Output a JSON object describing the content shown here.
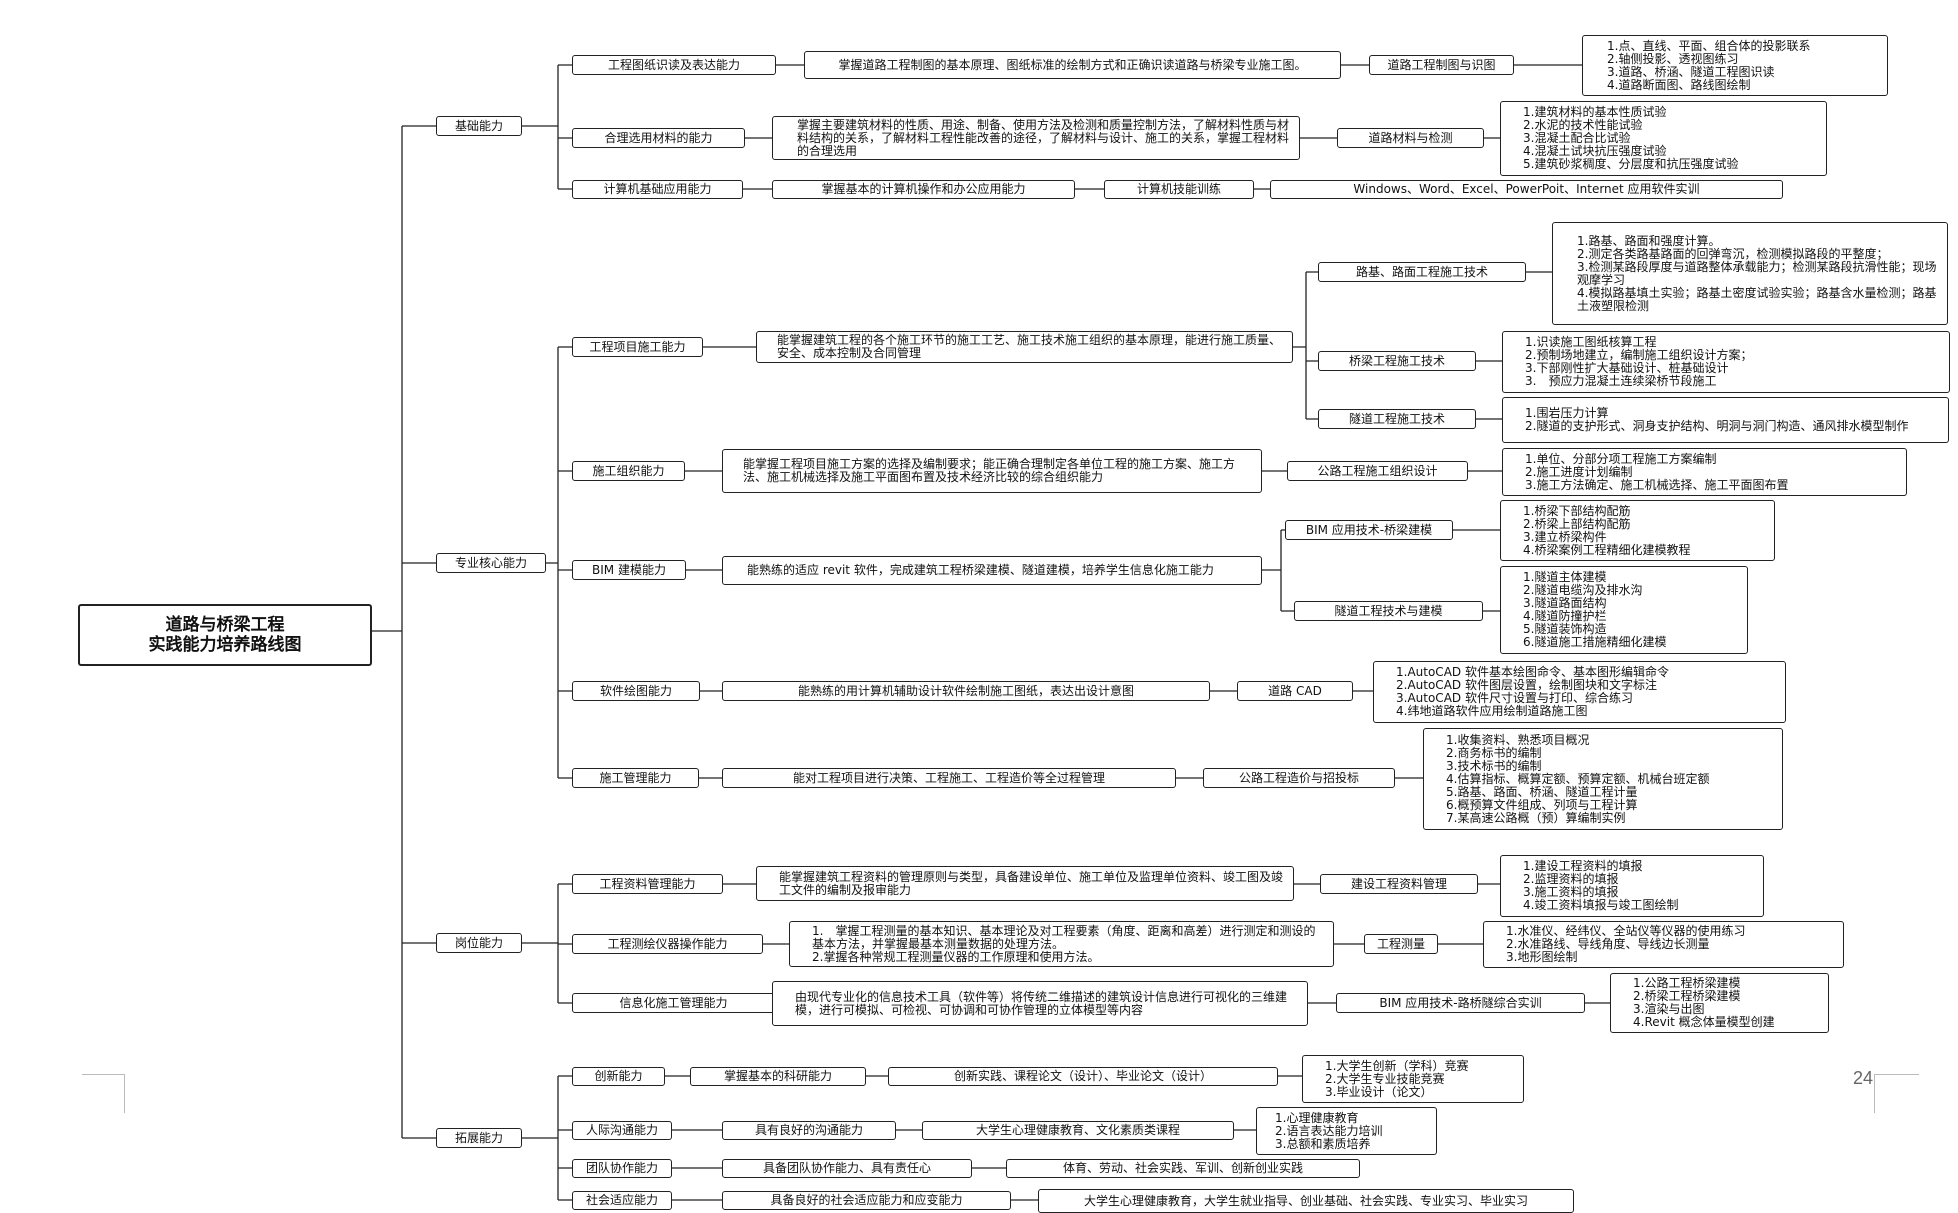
{
  "root": {
    "line1": "道路与桥梁工程",
    "line2": "实践能力培养路线图"
  },
  "categories": [
    {
      "id": "c1",
      "label": "基础能力"
    },
    {
      "id": "c2",
      "label": "专业核心能力"
    },
    {
      "id": "c3",
      "label": "岗位能力"
    },
    {
      "id": "c4",
      "label": "拓展能力"
    }
  ],
  "abilities": [
    {
      "label": "工程图纸识读及表达能力"
    },
    {
      "label": "合理选用材料的能力"
    },
    {
      "label": "计算机基础应用能力"
    },
    {
      "label": "工程项目施工能力"
    },
    {
      "label": "施工组织能力"
    },
    {
      "label": "BIM 建模能力"
    },
    {
      "label": "软件绘图能力"
    },
    {
      "label": "施工管理能力"
    },
    {
      "label": "工程资料管理能力"
    },
    {
      "label": "工程测绘仪器操作能力"
    },
    {
      "label": "信息化施工管理能力"
    },
    {
      "label": "创新能力"
    },
    {
      "label": "人际沟通能力"
    },
    {
      "label": "团队协作能力"
    },
    {
      "label": "社会适应能力"
    }
  ],
  "descriptions": [
    "掌握道路工程制图的基本原理、图纸标准的绘制方式和正确识读道路与桥梁专业施工图。",
    "掌握主要建筑材料的性质、用途、制备、使用方法及检测和质量控制方法，了解材料性质与材料结构的关系，了解材料工程性能改善的途径，了解材料与设计、施工的关系，掌握工程材料的合理选用",
    "掌握基本的计算机操作和办公应用能力",
    "能掌握建筑工程的各个施工环节的施工工艺、施工技术施工组织的基本原理，能进行施工质量、安全、成本控制及合同管理",
    "能掌握工程项目施工方案的选择及编制要求；能正确合理制定各单位工程的施工方案、施工方法、施工机械选择及施工平面图布置及技术经济比较的综合组织能力",
    "能熟练的适应 revit 软件，完成建筑工程桥梁建模、隧道建模，培养学生信息化施工能力",
    "能熟练的用计算机辅助设计软件绘制施工图纸，表达出设计意图",
    "能对工程项目进行决策、工程施工、工程造价等全过程管理",
    "能掌握建筑工程资料的管理原则与类型，具备建设单位、施工单位及监理单位资料、竣工图及竣工文件的编制及报审能力",
    "1.　掌握工程测量的基本知识、基本理论及对工程要素（角度、距离和高差）进行测定和测设的基本方法，并掌握最基本测量数据的处理方法。\n2.掌握各种常规工程测量仪器的工作原理和使用方法。",
    "由现代专业化的信息技术工具（软件等）将传统二维描述的建筑设计信息进行可视化的三维建模，进行可模拟、可检视、可协调和可协作管理的立体模型等内容",
    "掌握基本的科研能力",
    "具有良好的沟通能力",
    "具备团队协作能力、具有责任心",
    "具备良好的社会适应能力和应变能力"
  ],
  "courses": [
    "道路工程制图与识图",
    "道路材料与检测",
    "计算机技能训练",
    "Windows、Word、Excel、PowerPoit、Internet 应用软件实训",
    "路基、路面工程施工技术",
    "桥梁工程施工技术",
    "隧道工程施工技术",
    "公路工程施工组织设计",
    "BIM 应用技术-桥梁建模",
    "隧道工程技术与建模",
    "道路 CAD",
    "公路工程造价与招投标",
    "建设工程资料管理",
    "工程测量",
    "BIM 应用技术-路桥隧综合实训",
    "创新实践、课程论文（设计）、毕业论文（设计）",
    "大学生心理健康教育、文化素质类课程",
    "体育、劳动、社会实践、军训、创新创业实践",
    "大学生心理健康教育，大学生就业指导、创业基础、社会实践、专业实习、毕业实习"
  ],
  "details": [
    [
      "1.点、直线、平面、组合体的投影联系",
      "2.轴侧投影、透视图练习",
      "3.道路、桥涵、隧道工程图识读",
      "4.道路断面图、路线图绘制"
    ],
    [
      "1.建筑材料的基本性质试验",
      "2.水泥的技术性能试验",
      "3.混凝土配合比试验",
      "4.混凝土试块抗压强度试验",
      "5.建筑砂浆稠度、分层度和抗压强度试验"
    ],
    [
      "1.路基、路面和强度计算。",
      "2.测定各类路基路面的回弹弯沉，检测模拟路段的平整度；",
      "3.检测某路段厚度与道路整体承载能力；检测某路段抗滑性能；现场观摩学习",
      "4.模拟路基填土实验；路基土密度试验实验；路基含水量检测；路基土液塑限检测"
    ],
    [
      "1.识读施工图纸核算工程",
      "2.预制场地建立，编制施工组织设计方案；",
      "3.下部刚性扩大基础设计、桩基础设计",
      "3.　预应力混凝土连续梁桥节段施工"
    ],
    [
      "1.围岩压力计算",
      "2.隧道的支护形式、洞身支护结构、明洞与洞门构造、通风排水模型制作"
    ],
    [
      "1.单位、分部分项工程施工方案编制",
      "2.施工进度计划编制",
      "3.施工方法确定、施工机械选择、施工平面图布置"
    ],
    [
      "1.桥梁下部结构配筋",
      "2.桥梁上部结构配筋",
      "3.建立桥梁构件",
      "4.桥梁案例工程精细化建模教程"
    ],
    [
      "1.隧道主体建模",
      "2.隧道电缆沟及排水沟",
      "3.隧道路面结构",
      "4.隧道防撞护栏",
      "5.隧道装饰构造",
      "6.隧道施工措施精细化建模"
    ],
    [
      "1.AutoCAD 软件基本绘图命令、基本图形编辑命令",
      "2.AutoCAD 软件图层设置，绘制图块和文字标注",
      "3.AutoCAD 软件尺寸设置与打印、综合练习",
      "4.纬地道路软件应用绘制道路施工图"
    ],
    [
      "1.收集资料、熟悉项目概况",
      "2.商务标书的编制",
      "3.技术标书的编制",
      "4.估算指标、概算定额、预算定额、机械台班定额",
      "5.路基、路面、桥涵、隧道工程计量",
      "6.概预算文件组成、列项与工程计算",
      "7.某高速公路概（预）算编制实例"
    ],
    [
      "1.建设工程资料的填报",
      "2.监理资料的填报",
      "3.施工资料的填报",
      "4.竣工资料填报与竣工图绘制"
    ],
    [
      "1.水准仪、经纬仪、全站仪等仪器的使用练习",
      "2.水准路线、导线角度、导线边长测量",
      "3.地形图绘制"
    ],
    [
      "1.公路工程桥梁建模",
      "2.桥梁工程桥梁建模",
      "3.渲染与出图",
      "4.Revit 概念体量模型创建"
    ],
    [
      "1.大学生创新（学科）竞赛",
      "2.大学生专业技能竞赛",
      "3.毕业设计（论文）"
    ],
    [
      "1.心理健康教育",
      "2.语言表达能力培训",
      "3.总额和素质培养"
    ]
  ],
  "page": {
    "number": "24"
  },
  "colors": {
    "line": "#222222",
    "background": "#ffffff"
  }
}
